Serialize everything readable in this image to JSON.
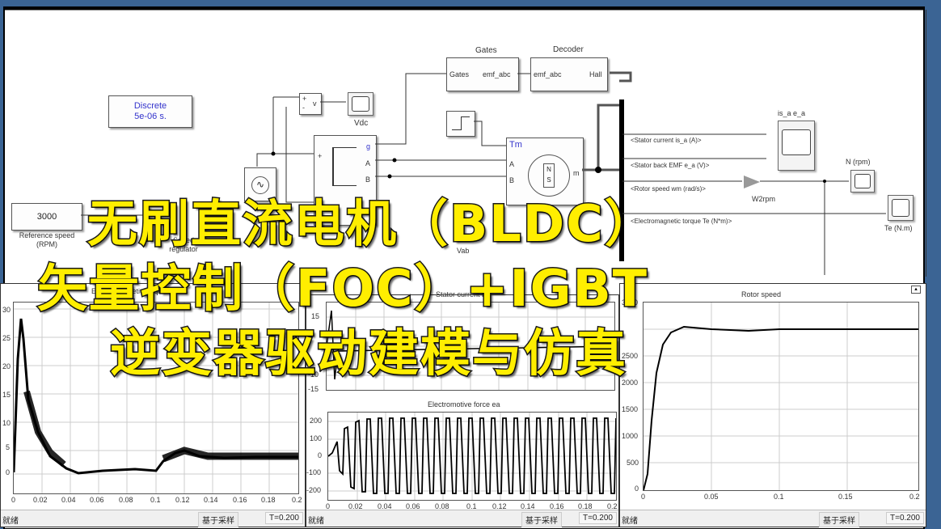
{
  "model": {
    "powergui": {
      "line1": "Discrete",
      "line2": "5e-06 s."
    },
    "reference": {
      "value": "3000",
      "label": "Reference speed (RPM)"
    },
    "speed_regulator": {
      "label": "Speed regulator"
    },
    "vdc_scope": {
      "label": "Vdc"
    },
    "voltmeter": {
      "plus": "+",
      "minus": "-",
      "out": "v"
    },
    "gates": {
      "title": "Gates",
      "in": "Gates",
      "out": "emf_abc"
    },
    "decoder": {
      "title": "Decoder",
      "in": "emf_abc",
      "out": "Hall"
    },
    "inverter": {
      "g": "g",
      "a": "A",
      "b": "B",
      "plus": "+",
      "minus": "-"
    },
    "motor": {
      "tm": "Tm",
      "a": "A",
      "b": "B",
      "m": "m",
      "n": "N",
      "s": "S"
    },
    "vab": {
      "label": "Vab"
    },
    "bus_signals": [
      "<Stator current is_a (A)>",
      "<Stator back EMF e_a (V)>",
      "<Rotor speed wm (rad/s)>",
      "<Electromagnetic torque Te (N*m)>"
    ],
    "gain": {
      "symbol": "K-",
      "label": "W2rpm"
    },
    "scope_isa_ea": {
      "label": "is_a e_a"
    },
    "scope_speed": {
      "label": "N (rpm)"
    },
    "scope_torque": {
      "label": "Te (N.m)"
    }
  },
  "scopes": [
    {
      "title": "Electromagnetic torque",
      "status_ready": "就绪",
      "status_mode": "基于采样",
      "status_time": "T=0.200"
    },
    {
      "title_top": "Stator current ia",
      "title_bottom": "Electromotive force ea",
      "status_ready": "就绪",
      "status_mode": "基于采样",
      "status_time": "T=0.200"
    },
    {
      "title": "Rotor speed",
      "status_ready": "就绪",
      "status_mode": "基于采样",
      "status_time": "T=0.200"
    }
  ],
  "overlay": {
    "line1": "无刷直流电机（BLDC）",
    "line2": "矢量控制（FOC）+IGBT",
    "line3": "逆变器驱动建模与仿真",
    "color": "#ffee00"
  },
  "chart_data": [
    {
      "type": "line",
      "title": "Electromagnetic torque",
      "xlabel": "",
      "ylabel": "",
      "xlim": [
        0,
        0.2
      ],
      "ylim": [
        -3,
        31
      ],
      "xticks": [
        "0",
        "0.02",
        "0.04",
        "0.06",
        "0.08",
        "0.1",
        "0.12",
        "0.14",
        "0.16",
        "0.18",
        "0.2"
      ],
      "yticks": [
        "0",
        "5",
        "10",
        "15",
        "20",
        "25",
        "30"
      ],
      "grid": true,
      "x": [
        0,
        0.003,
        0.006,
        0.01,
        0.02,
        0.03,
        0.04,
        0.06,
        0.08,
        0.1,
        0.11,
        0.12,
        0.14,
        0.16,
        0.18,
        0.2
      ],
      "values": [
        0,
        20,
        27.5,
        15,
        6,
        2,
        0,
        0.3,
        0.4,
        0.3,
        3.5,
        4.2,
        3.3,
        3.2,
        3.3,
        3.2
      ]
    },
    {
      "type": "line",
      "title": "Stator current ia",
      "xlim": [
        0,
        0.2
      ],
      "ylim": [
        -15,
        15
      ],
      "yticks": [
        "-15",
        "-10",
        "15"
      ],
      "grid": true
    },
    {
      "type": "line",
      "title": "Electromotive force ea",
      "xlim": [
        0,
        0.2
      ],
      "ylim": [
        -250,
        250
      ],
      "xticks": [
        "0",
        "0.02",
        "0.04",
        "0.06",
        "0.08",
        "0.1",
        "0.12",
        "0.14",
        "0.16",
        "0.18",
        "0.2"
      ],
      "yticks": [
        "-200",
        "-100",
        "0",
        "100",
        "200"
      ],
      "grid": true,
      "description": "trapezoidal oscillation, amplitude ~220 V reached after ~0.02 s",
      "x": [
        0,
        0.005,
        0.008,
        0.01,
        0.015,
        0.02,
        0.2
      ],
      "values": [
        0,
        80,
        -130,
        160,
        -190,
        210,
        220
      ]
    },
    {
      "type": "line",
      "title": "Rotor speed",
      "xlim": [
        0,
        0.2
      ],
      "ylim": [
        0,
        3500
      ],
      "xticks": [
        "0",
        "0.05",
        "0.1",
        "0.15",
        "0.2"
      ],
      "yticks": [
        "0",
        "500",
        "1000",
        "1500",
        "2000",
        "2500",
        "3000",
        "3500"
      ],
      "grid": true,
      "x": [
        0,
        0.003,
        0.006,
        0.01,
        0.015,
        0.02,
        0.03,
        0.05,
        0.08,
        0.1,
        0.12,
        0.2
      ],
      "values": [
        0,
        300,
        1300,
        2200,
        2700,
        2950,
        3080,
        3030,
        2980,
        3000,
        3000,
        3000
      ]
    }
  ]
}
